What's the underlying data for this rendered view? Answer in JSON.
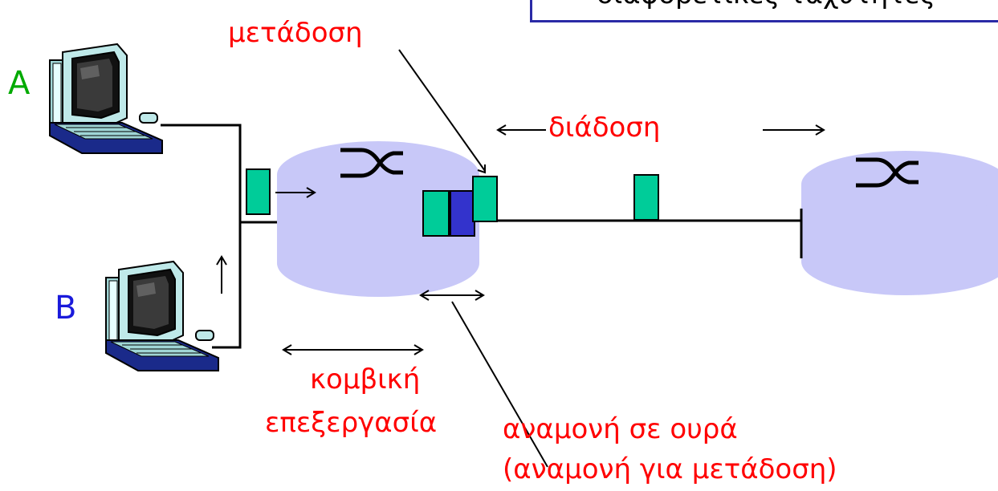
{
  "labels": {
    "transmission": "μετάδοση",
    "propagation": "διάδοση",
    "nodal_processing_line1": "κομβική",
    "nodal_processing_line2": "επεξεργασία",
    "queueing_line1": "αναμονή σε ουρά",
    "queueing_line2": "(αναμονή για μετάδοση)",
    "host_a": "A",
    "host_b": "B",
    "callout_text": "διαφορετικές ταχύτητες"
  },
  "colors": {
    "router_fill": "#c8c8f8",
    "packet_green": "#00cc99",
    "packet_blue": "#3333cc",
    "label_red": "#ff0000",
    "host_a": "#00aa00",
    "host_b": "#1a1adb",
    "callout_border": "#2a2aa6"
  },
  "icons": [
    "desktop-computer-icon",
    "router-switch-icon"
  ]
}
